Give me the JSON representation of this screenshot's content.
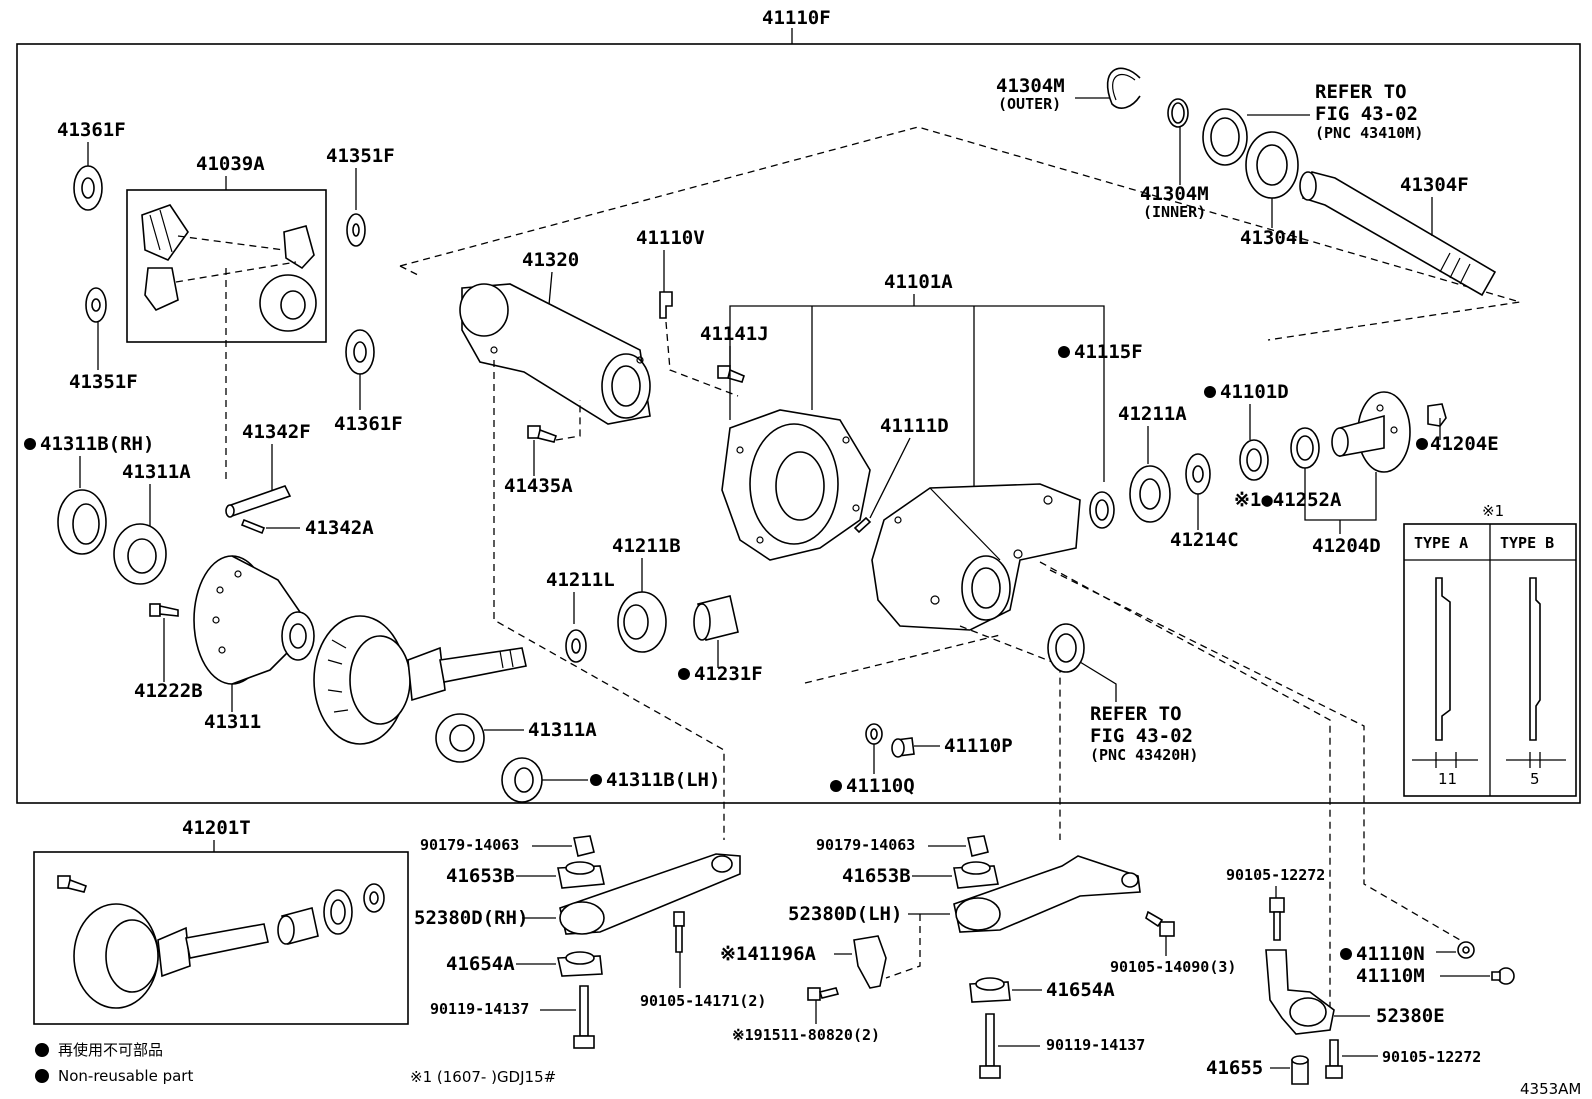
{
  "diagram_code": "4353AM",
  "assembly_label": "41110F",
  "refer_outer": {
    "line1": "REFER TO",
    "line2": "FIG 43-02",
    "line3": "(PNC 43410M)"
  },
  "refer_lower": {
    "line1": "REFER TO",
    "line2": "FIG 43-02",
    "line3": "(PNC 43420H)"
  },
  "type_table": {
    "marker": "※1",
    "type_a": "TYPE A",
    "type_b": "TYPE B",
    "dim_a": "11",
    "dim_b": "5"
  },
  "legend": {
    "jp": "再使用不可部品",
    "en": "Non-reusable part",
    "footnote": "※1 (1607-      )GDJ15#"
  },
  "labels": {
    "p41304M_outer": "41304M",
    "p41304M_outer_sub": "(OUTER)",
    "p41304M_inner": "41304M",
    "p41304M_inner_sub": "(INNER)",
    "p41304L": "41304L",
    "p41304F": "41304F",
    "p41361F_top": "41361F",
    "p41039A": "41039A",
    "p41351F_top": "41351F",
    "p41351F_bot": "41351F",
    "p41361F_mid": "41361F",
    "p41110V": "41110V",
    "p41320": "41320",
    "p41101A": "41101A",
    "p41141J": "41141J",
    "p41115F": "41115F",
    "p41101D": "41101D",
    "p41211A": "41211A",
    "p41204E": "41204E",
    "p41311B_rh": "41311B(RH)",
    "p41342F": "41342F",
    "p41311A_top": "41311A",
    "p41435A": "41435A",
    "p41111D": "41111D",
    "p41252A": "※1●41252A",
    "p41214C": "41214C",
    "p41204D": "41204D",
    "p41342A": "41342A",
    "p41211B": "41211B",
    "p41211L": "41211L",
    "p41231F": "41231F",
    "p41222B": "41222B",
    "p41311": "41311",
    "p41311A_bot": "41311A",
    "p41110P": "41110P",
    "p41110Q": "41110Q",
    "p41311B_lh": "41311B(LH)",
    "p41201T": "41201T",
    "p90179_l": "90179-14063",
    "p41653B_l": "41653B",
    "p52380D_rh": "52380D(RH)",
    "p41654A_l": "41654A",
    "p90119_l": "90119-14137",
    "p90105_14171": "90105-14171(2)",
    "p90179_r": "90179-14063",
    "p41653B_r": "41653B",
    "p52380D_lh": "52380D(LH)",
    "p141196A": "※141196A",
    "p191511": "※191511-80820(2)",
    "p90105_14090": "90105-14090(3)",
    "p41654A_r": "41654A",
    "p90119_r": "90119-14137",
    "p90105_12272_top": "90105-12272",
    "p41110N": "41110N",
    "p41110M": "41110M",
    "p52380E": "52380E",
    "p41655": "41655",
    "p90105_12272_bot": "90105-12272"
  }
}
